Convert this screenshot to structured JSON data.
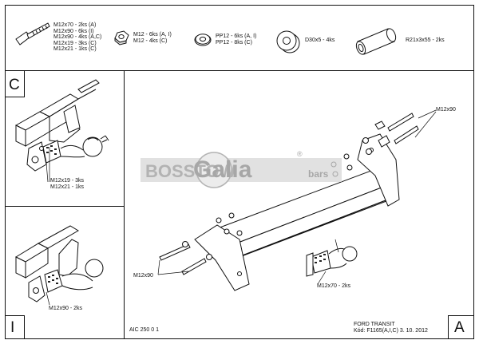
{
  "header_parts": {
    "bolts": [
      "M12x70 - 2ks (A)",
      "M12x90 - 6ks (I)",
      "M12x90 - 4ks (A,C)",
      "M12x19 - 3ks (C)",
      "M12x21 - 1ks (C)"
    ],
    "nuts": [
      "M12 - 6ks (A, I)",
      "M12 - 4ks (C)"
    ],
    "washers": [
      "PP12 - 6ks (A, I)",
      "PP12 - 8ks (C)"
    ],
    "spacer_washer": "D30x5 - 4ks",
    "sleeve": "R21x3x55 - 2ks"
  },
  "panels": {
    "c": {
      "letter": "C",
      "labels": [
        "M12x19 - 3ks",
        "M12x21 - 1ks"
      ]
    },
    "i": {
      "letter": "I",
      "label": "M12x90 - 2ks"
    },
    "a": {
      "letter": "A"
    }
  },
  "main_drawing": {
    "label_top_right": "M12x90",
    "label_left": "M12x90",
    "label_ball": "M12x70 - 2ks"
  },
  "watermark": {
    "brand_text": "BOSSTOW",
    "logo_text": "Galia",
    "suffix": "bars",
    "registered": "®"
  },
  "footer": {
    "drawing_code": "AIC 250 0 1",
    "vehicle": "FORD TRANSIT",
    "code_line": "Kód: F1165(A,I,C)  3. 10. 2012"
  },
  "colors": {
    "line": "#111111",
    "watermark_fill": "#cfcfcf",
    "watermark_text": "#8f8f8f"
  }
}
